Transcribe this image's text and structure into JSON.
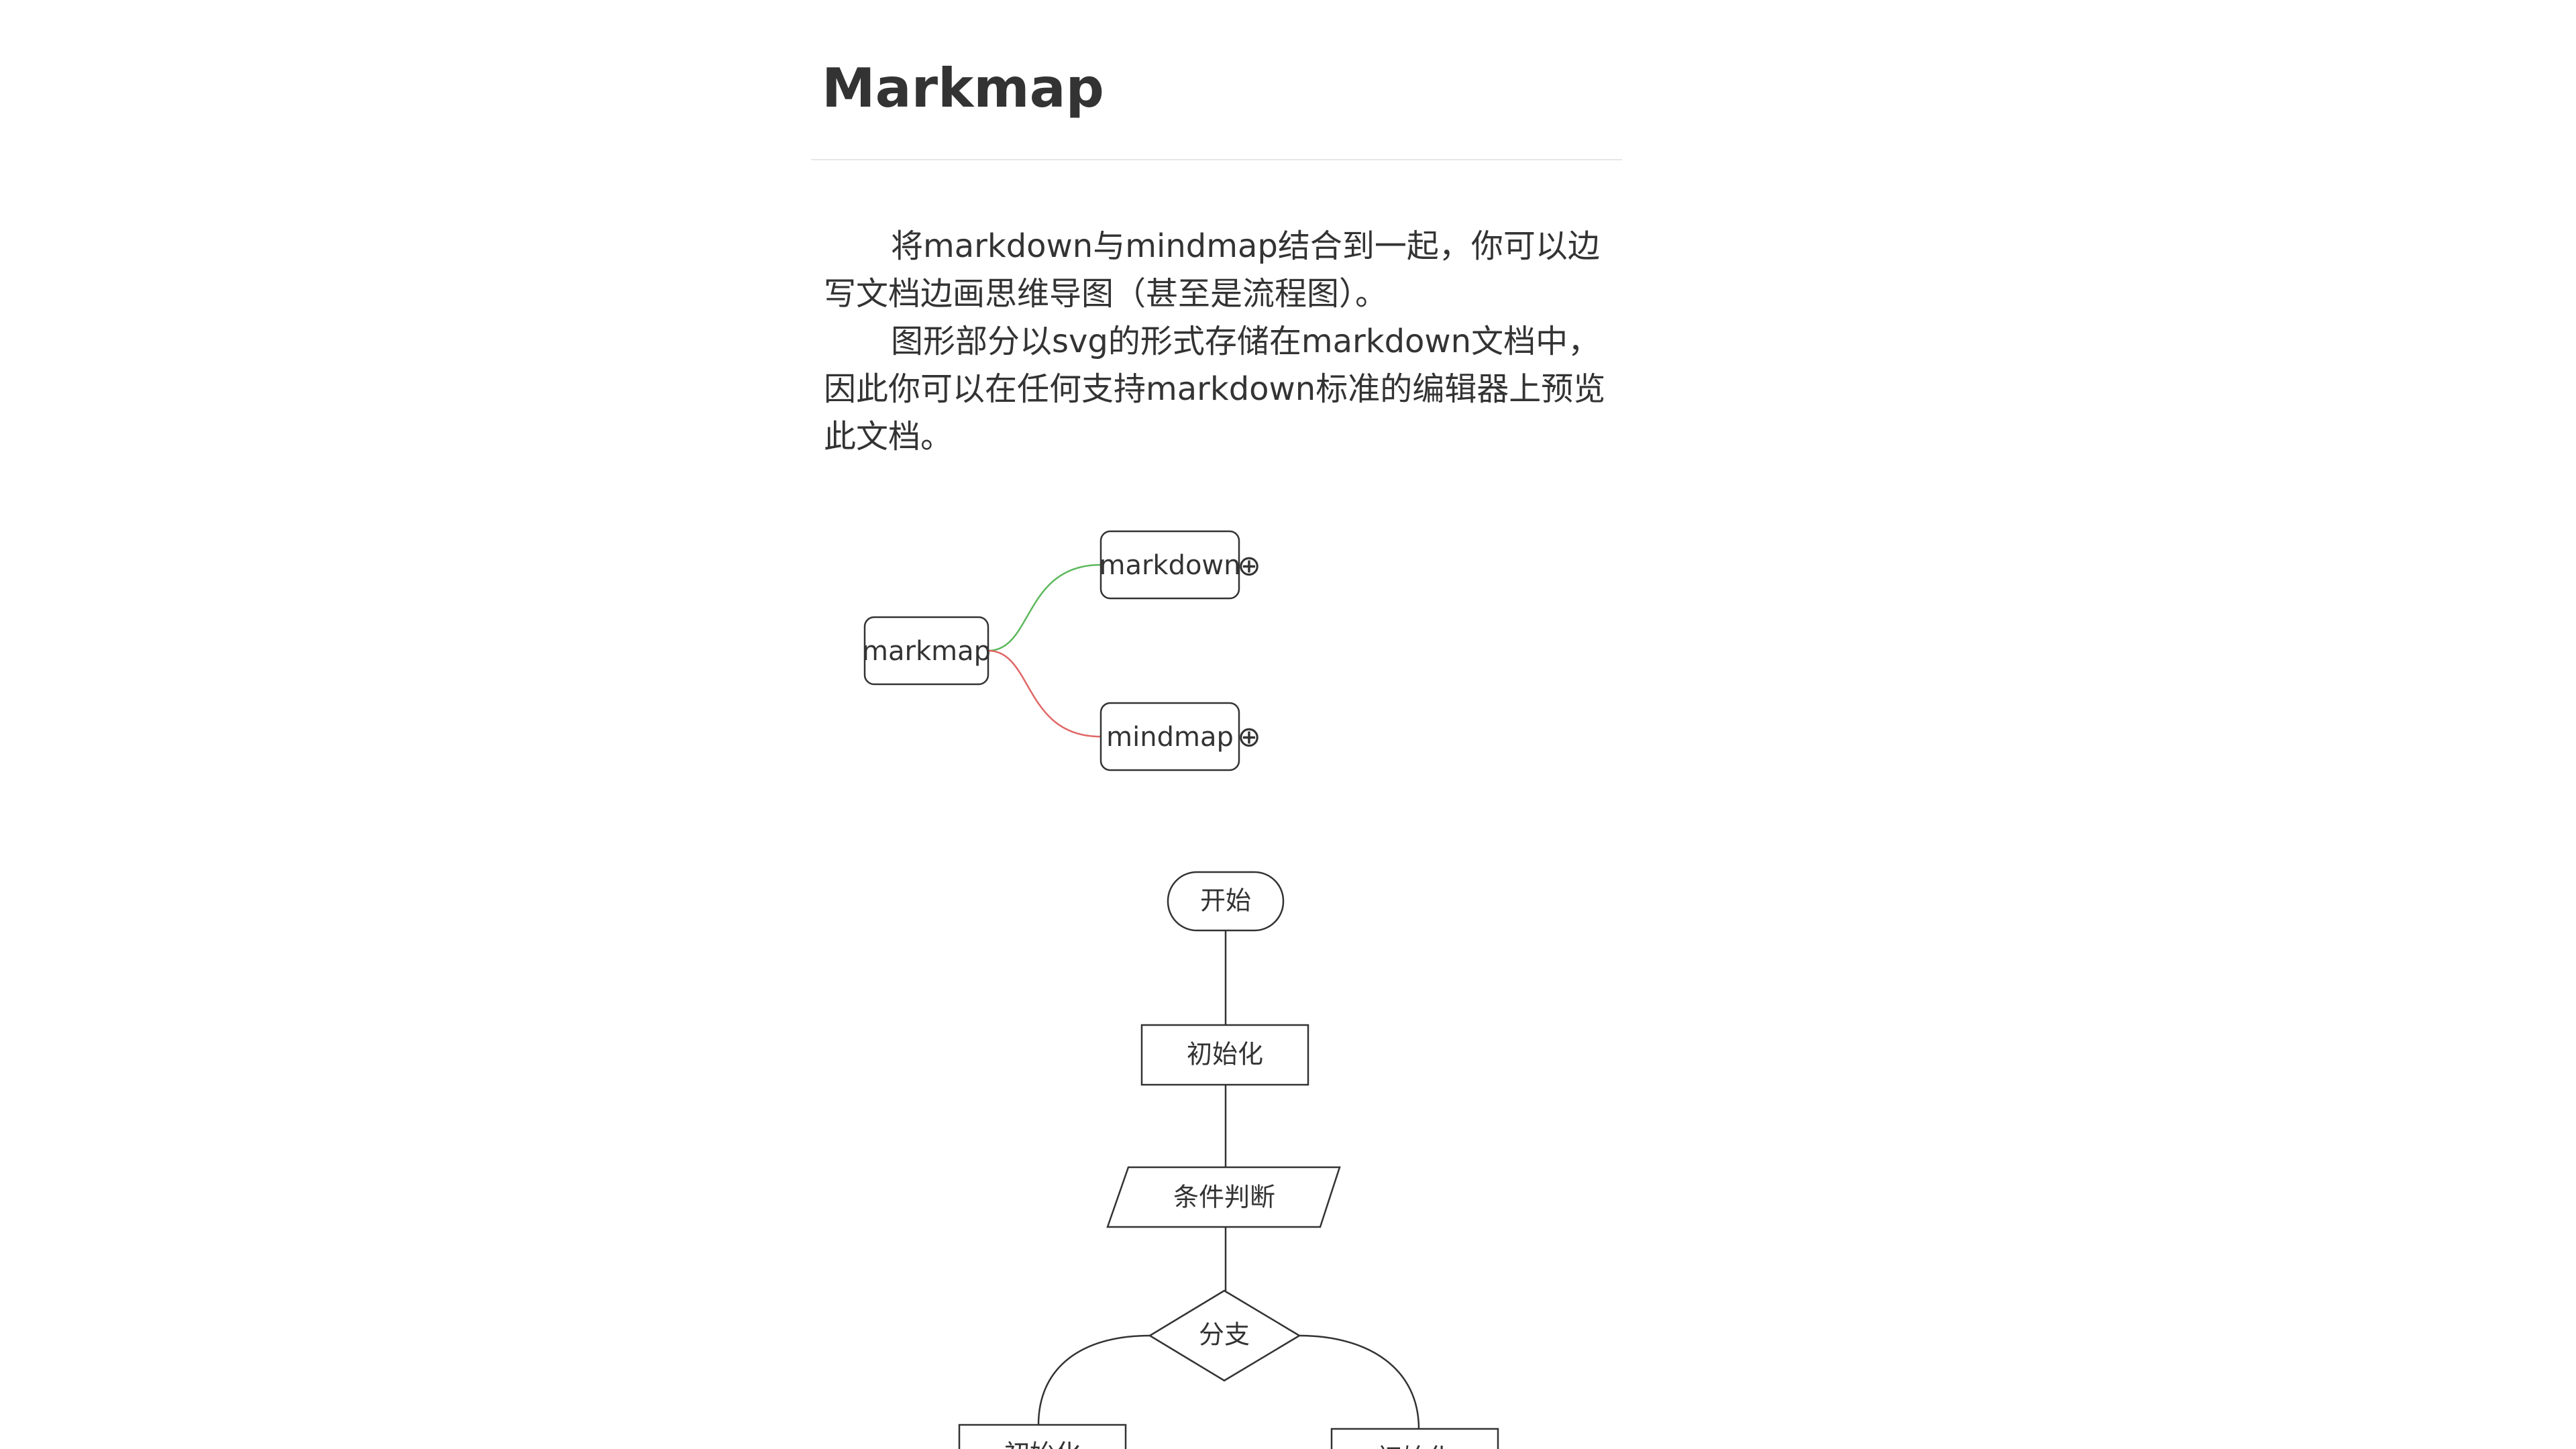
{
  "doc": {
    "title": "Markmap",
    "paragraphs": [
      "将markdown与mindmap结合到一起，你可以边写文档边画思维导图（甚至是流程图）。",
      "图形部分以svg的形式存储在markdown文档中，因此你可以在任何支持markdown标准的编辑器上预览此文档。"
    ]
  },
  "mindmap": {
    "root": "markmap",
    "children": [
      {
        "label": "markdown",
        "color": "#5cb85c",
        "expand_glyph": "⊕"
      },
      {
        "label": "mindmap",
        "color": "#e06666",
        "expand_glyph": "⊕"
      }
    ]
  },
  "flowchart": {
    "start": "开始",
    "init": "初始化",
    "condition": "条件判断",
    "branch": "分支",
    "left_branch": "初始化",
    "right_branch": "初始化"
  }
}
